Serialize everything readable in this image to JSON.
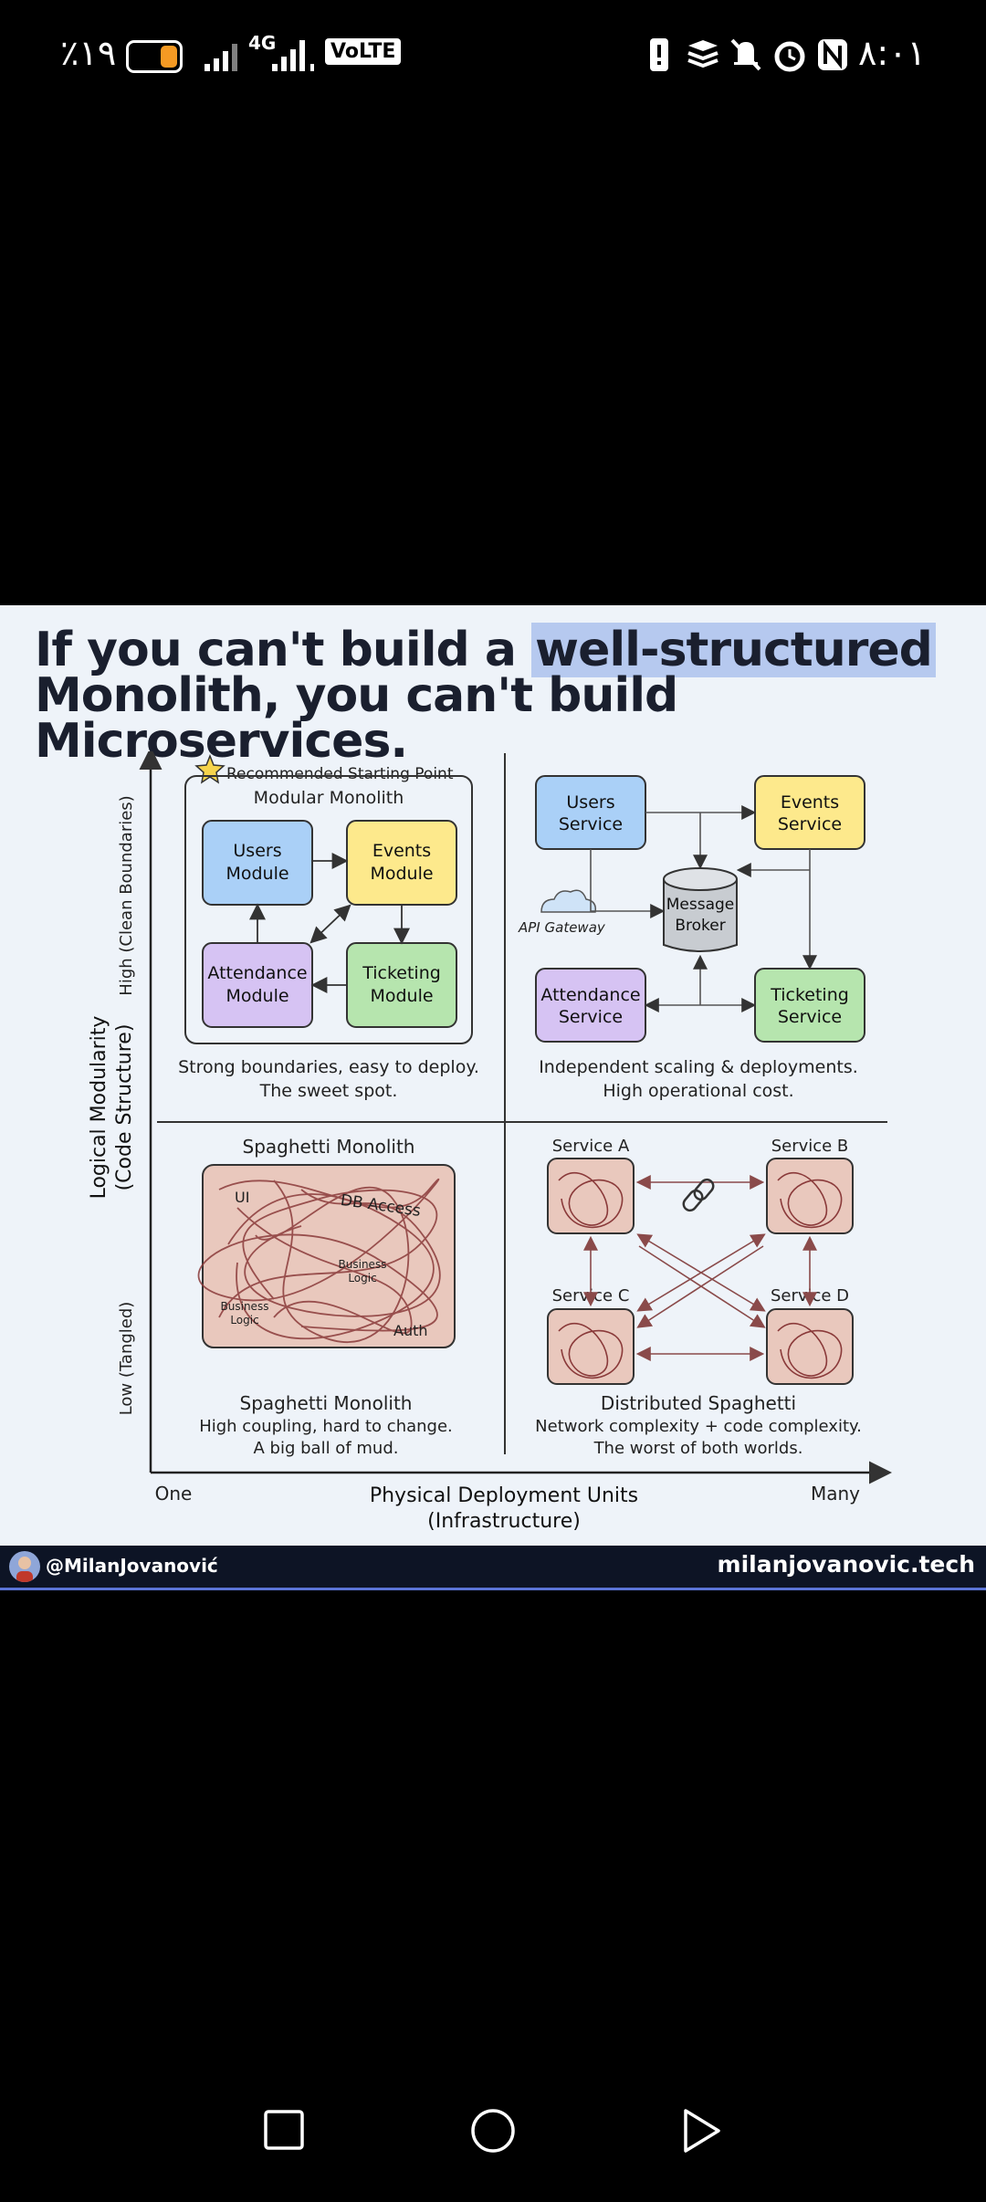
{
  "status_bar": {
    "battery_percent": "٪۱۹",
    "battery_level": 0.19,
    "network": "4G",
    "volte": "VoLTE",
    "time": "۸:۰۱"
  },
  "post": {
    "headline_pre": "If you can't build a ",
    "headline_highlight": "well-structured",
    "headline_post": "Monolith, you can't build Microservices.",
    "diagram": {
      "y_axis": {
        "title_line1": "Logical Modularity",
        "title_line2": "(Code Structure)",
        "high": "High (Clean Boundaries)",
        "low": "Low (Tangled)"
      },
      "x_axis": {
        "title_line1": "Physical Deployment Units",
        "title_line2": "(Infrastructure)",
        "min": "One",
        "max": "Many"
      },
      "top_left": {
        "recommended": "Recommended Starting Point",
        "title": "Modular Monolith",
        "users": [
          "Users",
          "Module"
        ],
        "events": [
          "Events",
          "Module"
        ],
        "attendance": [
          "Attendance",
          "Module"
        ],
        "ticketing": [
          "Ticketing",
          "Module"
        ],
        "caption1": "Strong boundaries, easy to deploy.",
        "caption2": "The sweet spot."
      },
      "top_right": {
        "users": [
          "Users",
          "Service"
        ],
        "events": [
          "Events",
          "Service"
        ],
        "attendance": [
          "Attendance",
          "Service"
        ],
        "ticketing": [
          "Ticketing",
          "Service"
        ],
        "broker": [
          "Message",
          "Broker"
        ],
        "gateway": "API Gateway",
        "caption1": "Independent scaling & deployments.",
        "caption2": "High operational cost."
      },
      "bottom_left": {
        "title": "Spaghetti Monolith",
        "ui": "UI",
        "db": "DB Access",
        "business_logic_1": [
          "Business",
          "Logic"
        ],
        "business_logic_2": [
          "Business",
          "Logic"
        ],
        "auth": "Auth",
        "caption_title": "Spaghetti Monolith",
        "caption1": "High coupling, hard to change.",
        "caption2": "A big ball of mud."
      },
      "bottom_right": {
        "service_a": "Service A",
        "service_b": "Service B",
        "service_c": "Service C",
        "service_d": "Service D",
        "caption_title": "Distributed Spaghetti",
        "caption1": "Network complexity + code complexity.",
        "caption2": "The worst of both worlds."
      }
    }
  },
  "footer": {
    "handle": "@MilanJovanović",
    "site": "milanjovanovic.tech"
  },
  "colors": {
    "blue": "#aad0f7",
    "yellow": "#fde98c",
    "purple": "#d6c3f3",
    "green": "#b6e5ae",
    "spaghetti": "#e9c8bd",
    "line": "#8a3a3a"
  }
}
